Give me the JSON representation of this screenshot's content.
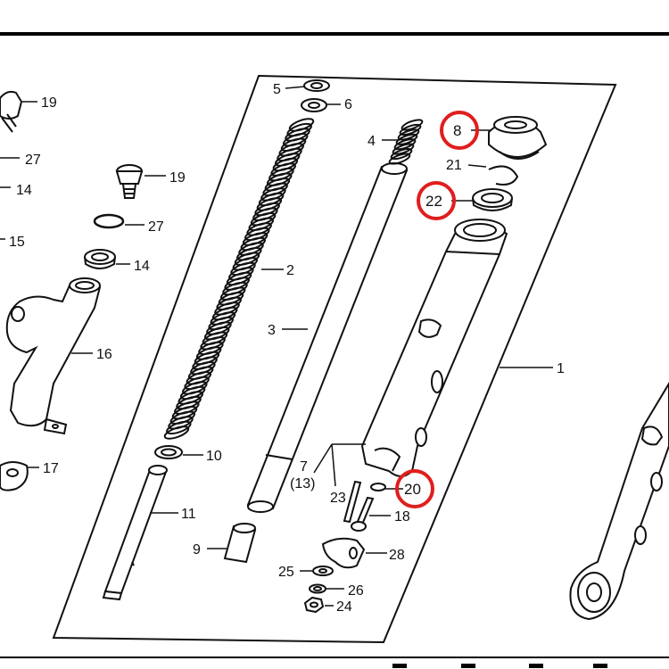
{
  "highlight_color": "#e01e1e",
  "callouts": {
    "p1": "1",
    "p2": "2",
    "p3": "3",
    "p4": "4",
    "p5": "5",
    "p6": "6",
    "p7": "7",
    "p7b": "(13)",
    "p8": "8",
    "p9": "9",
    "p10": "10",
    "p11": "11",
    "p14a": "14",
    "p14b": "14",
    "p15": "15",
    "p16": "16",
    "p17": "17",
    "p18": "18",
    "p19a": "19",
    "p19b": "19",
    "p20": "20",
    "p21": "21",
    "p22": "22",
    "p23": "23",
    "p24": "24",
    "p25": "25",
    "p26": "26",
    "p27a": "27",
    "p27b": "27",
    "p28": "28"
  },
  "highlighted_parts": [
    "8",
    "22",
    "20"
  ]
}
